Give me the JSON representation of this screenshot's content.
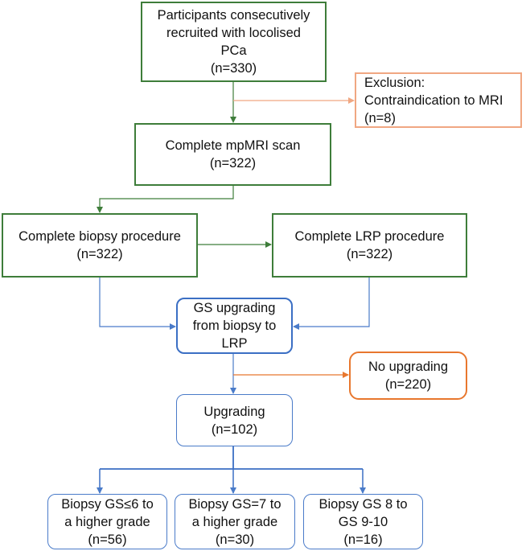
{
  "nodes": {
    "recruited": {
      "lines": [
        "Participants consecutively",
        "recruited with locolised",
        "PCa",
        "(n=330)"
      ]
    },
    "exclusion": {
      "lines": [
        "Exclusion:",
        "Contraindication to MRI",
        "(n=8)"
      ]
    },
    "mpmri": {
      "lines": [
        "Complete mpMRI scan",
        "(n=322)"
      ]
    },
    "biopsy": {
      "lines": [
        "Complete biopsy procedure",
        "(n=322)"
      ]
    },
    "lrp": {
      "lines": [
        "Complete LRP procedure",
        "(n=322)"
      ]
    },
    "gs_upgrading": {
      "lines": [
        "GS upgrading",
        "from biopsy to",
        "LRP"
      ]
    },
    "no_upgrading": {
      "lines": [
        "No upgrading",
        "(n=220)"
      ]
    },
    "upgrading": {
      "lines": [
        "Upgrading",
        "(n=102)"
      ]
    },
    "gs6": {
      "lines": [
        "Biopsy GS≤6 to",
        "a higher grade",
        "(n=56)"
      ]
    },
    "gs7": {
      "lines": [
        "Biopsy GS=7 to",
        "a higher grade",
        "(n=30)"
      ]
    },
    "gs8": {
      "lines": [
        "Biopsy GS 8 to",
        "GS 9-10",
        "(n=16)"
      ]
    }
  },
  "colors": {
    "green": "#3e7d3a",
    "orange_light": "#f0a782",
    "orange": "#e8772e",
    "blue": "#4a7bc9"
  }
}
